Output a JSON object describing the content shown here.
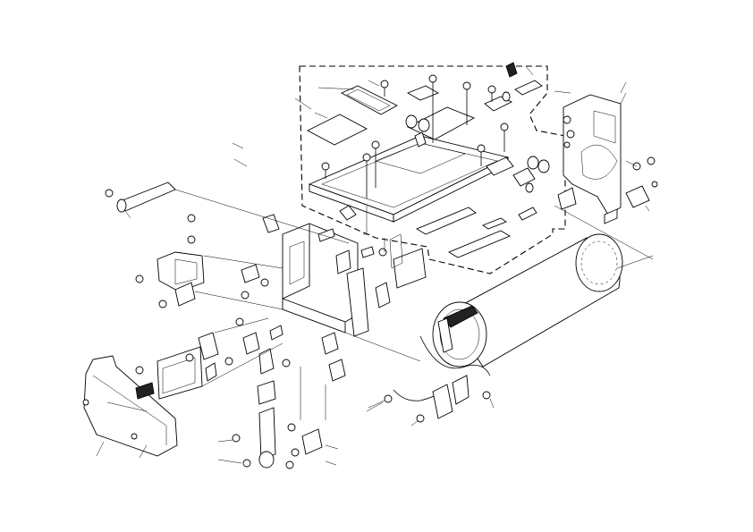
{
  "figure": {
    "kind": "exploded-parts-view",
    "line_color": "#000000",
    "background": "#ffffff"
  },
  "groups": [
    {
      "name": "upper-frame-assembly",
      "outline": "dashed"
    },
    {
      "name": "right-side-bracket-group",
      "outline": "dashed"
    },
    {
      "name": "drum-cylinder"
    },
    {
      "name": "main-chassis-frame"
    },
    {
      "name": "front-cover"
    }
  ]
}
